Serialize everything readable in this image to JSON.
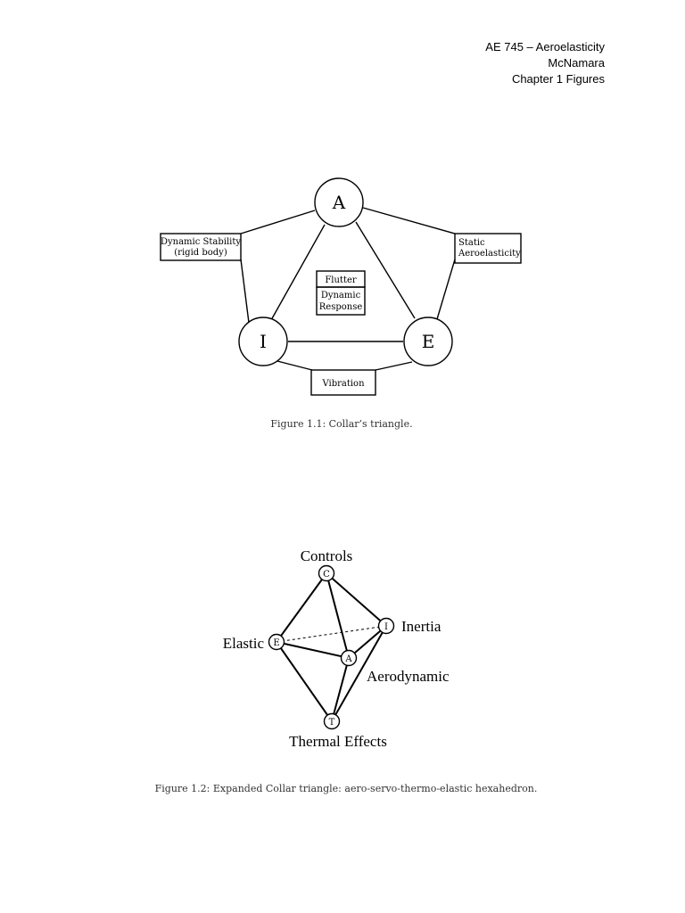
{
  "header": {
    "course": "AE 745 – Aeroelasticity",
    "author": "McNamara",
    "chapter": "Chapter 1 Figures"
  },
  "figure1": {
    "nodes": {
      "a": "A",
      "i": "I",
      "e": "E"
    },
    "boxes": {
      "dynamic_stability_line1": "Dynamic Stability",
      "dynamic_stability_line2": "(rigid body)",
      "static_line1": "Static",
      "static_line2": "Aeroelasticity",
      "flutter": "Flutter",
      "dynamic_response_line1": "Dynamic",
      "dynamic_response_line2": "Response",
      "vibration": "Vibration"
    },
    "caption": "Figure 1.1:  Collar’s triangle."
  },
  "figure2": {
    "nodes": {
      "c": "C",
      "e": "E",
      "i": "I",
      "a": "A",
      "t": "T"
    },
    "labels": {
      "controls": "Controls",
      "elastic": "Elastic",
      "inertia": "Inertia",
      "aerodynamic": "Aerodynamic",
      "thermal": "Thermal Effects"
    },
    "caption": "Figure 1.2:  Expanded Collar triangle:  aero-servo-thermo-elastic hexahedron."
  }
}
